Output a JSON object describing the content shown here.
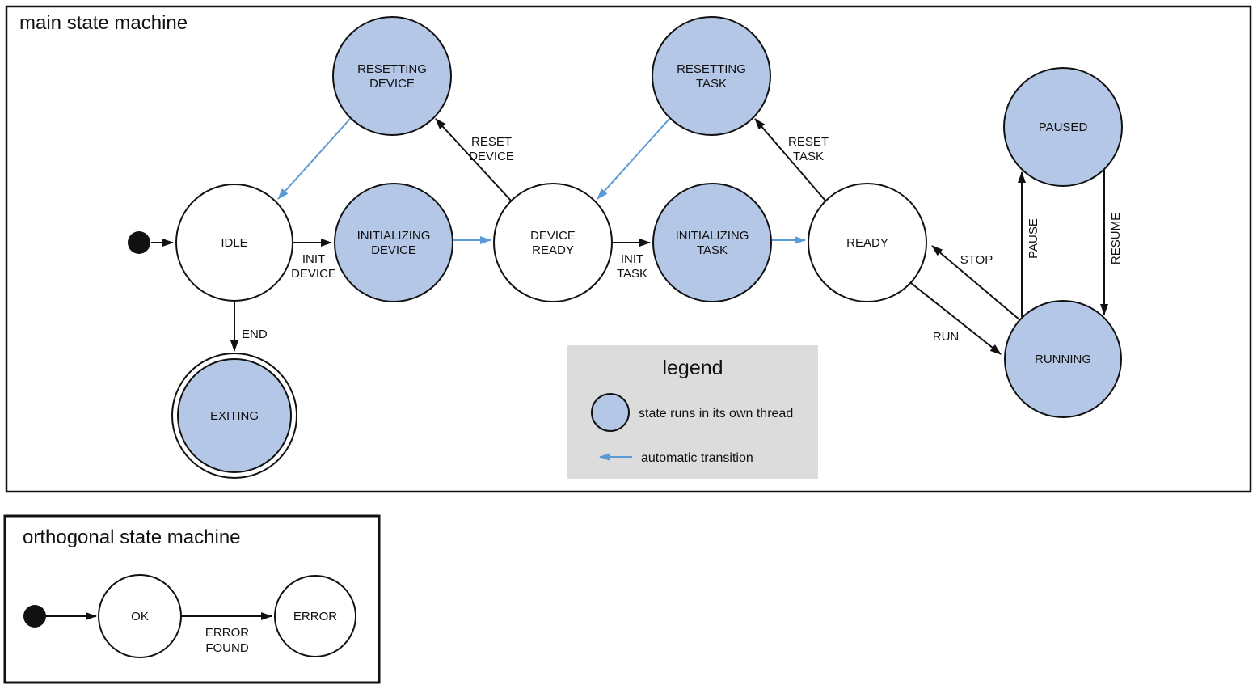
{
  "colors": {
    "state_fill": "#b4c7e7",
    "auto_transition": "#5b9bd5",
    "legend_bg": "#dcdcdc",
    "outline": "#111111"
  },
  "main_machine": {
    "title": "main state machine",
    "states": {
      "idle": {
        "label": "IDLE"
      },
      "resetting_device": {
        "line1": "RESETTING",
        "line2": "DEVICE"
      },
      "initializing_device": {
        "line1": "INITIALIZING",
        "line2": "DEVICE"
      },
      "device_ready": {
        "line1": "DEVICE",
        "line2": "READY"
      },
      "resetting_task": {
        "line1": "RESETTING",
        "line2": "TASK"
      },
      "initializing_task": {
        "line1": "INITIALIZING",
        "line2": "TASK"
      },
      "ready": {
        "label": "READY"
      },
      "paused": {
        "label": "PAUSED"
      },
      "running": {
        "label": "RUNNING"
      },
      "exiting": {
        "label": "EXITING"
      }
    },
    "transitions": {
      "init_device": {
        "line1": "INIT",
        "line2": "DEVICE"
      },
      "reset_device": {
        "line1": "RESET",
        "line2": "DEVICE"
      },
      "init_task": {
        "line1": "INIT",
        "line2": "TASK"
      },
      "reset_task": {
        "line1": "RESET",
        "line2": "TASK"
      },
      "end": {
        "label": "END"
      },
      "run": {
        "label": "RUN"
      },
      "stop": {
        "label": "STOP"
      },
      "pause": {
        "label": "PAUSE"
      },
      "resume": {
        "label": "RESUME"
      }
    }
  },
  "legend": {
    "title": "legend",
    "thread_item": "state runs in its own thread",
    "auto_item": "automatic transition"
  },
  "orthogonal_machine": {
    "title": "orthogonal state machine",
    "states": {
      "ok": {
        "label": "OK"
      },
      "error": {
        "label": "ERROR"
      }
    },
    "transitions": {
      "error_found": {
        "line1": "ERROR",
        "line2": "FOUND"
      }
    }
  }
}
